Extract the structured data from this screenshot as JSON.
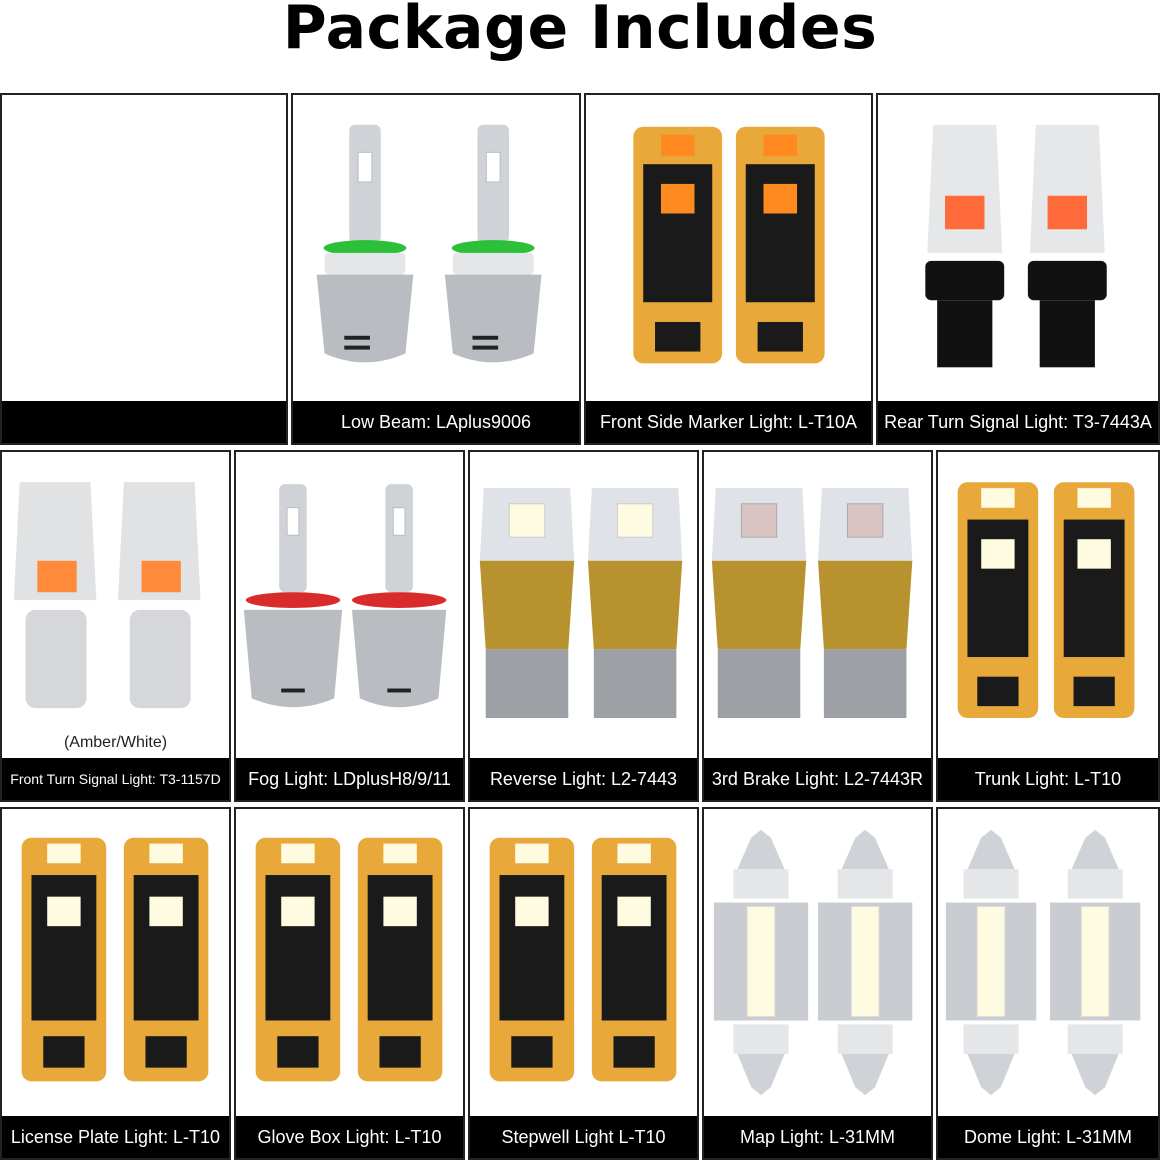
{
  "title": "Package Includes",
  "row1": {
    "c2": "Low Beam: LAplus9006",
    "c3": "Front Side Marker Light: L-T10A",
    "c4": "Rear Turn Signal Light: T3-7443A"
  },
  "row2": {
    "c1": "Front Turn Signal Light: T3-1157D",
    "c1_note": "(Amber/White)",
    "c2": "Fog Light: LDplusH8/9/11",
    "c3": "Reverse Light: L2-7443",
    "c4": "3rd Brake Light: L2-7443R",
    "c5": "Trunk Light: L-T10"
  },
  "row3": {
    "c1": "License Plate Light: L-T10",
    "c2": "Glove Box Light: L-T10",
    "c3": "Stepwell Light L-T10",
    "c4": "Map Light: L-31MM",
    "c5": "Dome Light: L-31MM"
  },
  "colors": {
    "caption_bg": "#000000",
    "pcb_gold": "#e8a93a",
    "pcb_black": "#1a1a1a",
    "led_amber": "#ff8a1f",
    "led_white": "#fffbe0"
  }
}
